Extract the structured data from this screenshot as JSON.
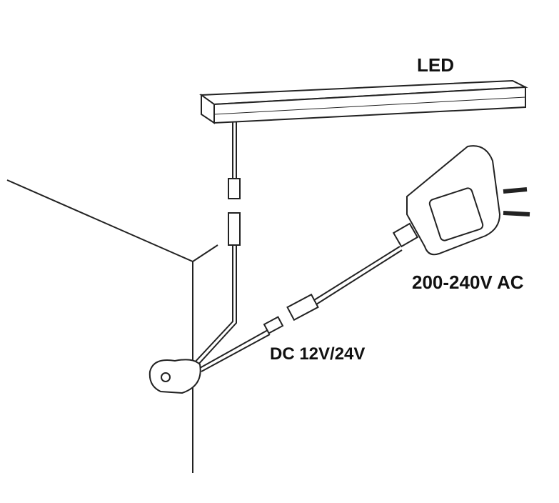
{
  "labels": {
    "led": "LED",
    "ac": "200-240V AC",
    "dc": "DC 12V/24V"
  }
}
